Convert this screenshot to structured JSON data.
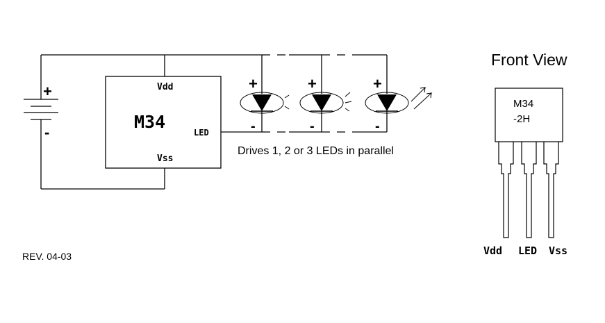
{
  "schematic": {
    "battery_plus": "+",
    "battery_minus": "-",
    "chip_name": "M34",
    "pin_vdd": "Vdd",
    "pin_led": "LED",
    "pin_vss": "Vss",
    "led_plus": "+",
    "led_minus": "-",
    "caption": "Drives 1, 2 or 3 LEDs in parallel",
    "revision": "REV. 04-03"
  },
  "front_view": {
    "title": "Front View",
    "part_line1": "M34",
    "part_line2": "-2H",
    "pins": [
      "Vdd",
      "LED",
      "Vss"
    ]
  },
  "colors": {
    "ink": "#000000",
    "background": "#ffffff"
  }
}
